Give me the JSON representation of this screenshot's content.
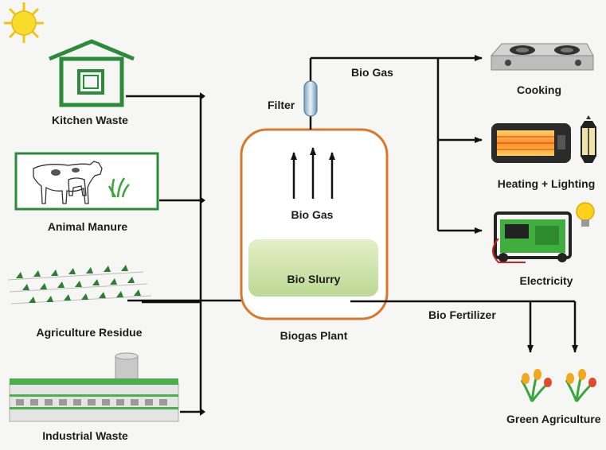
{
  "inputs": {
    "kitchen_waste": "Kitchen Waste",
    "animal_manure": "Animal Manure",
    "agriculture_residue": "Agriculture Residue",
    "industrial_waste": "Industrial Waste"
  },
  "plant": {
    "filter": "Filter",
    "bio_gas_inside": "Bio Gas",
    "bio_slurry": "Bio Slurry",
    "name": "Biogas Plant"
  },
  "outputs": {
    "bio_gas": "Bio Gas",
    "cooking": "Cooking",
    "heating_lighting": "Heating + Lighting",
    "electricity": "Electricity",
    "bio_fertilizer": "Bio Fertilizer",
    "green_agriculture": "Green Agriculture"
  },
  "colors": {
    "accent_green": "#2c8a3a",
    "plant_border": "#d9782b",
    "slurry_green": "#c8e0a0",
    "line": "#111111",
    "sun": "#f5d31a"
  },
  "icons": [
    "sun-icon",
    "house-icon",
    "cow-icon",
    "crop-icon",
    "factory-icon",
    "filter-icon",
    "stove-icon",
    "heater-icon",
    "lantern-icon",
    "generator-icon",
    "bulb-icon",
    "flower-icon"
  ]
}
